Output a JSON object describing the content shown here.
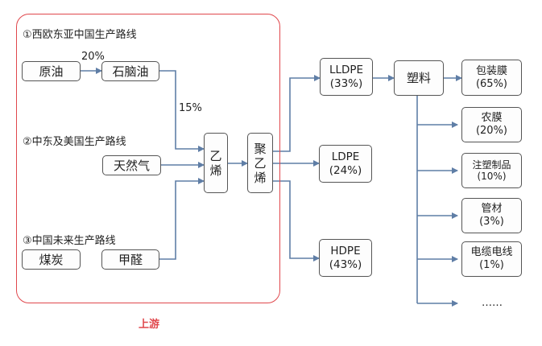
{
  "region": {
    "label": "上游",
    "color": "#e0474c"
  },
  "routes": {
    "west": "①西欧东亚中国生产路线",
    "mideast": "②中东及美国生产路线",
    "china": "③中国未来生产路线"
  },
  "nodes": {
    "crude": "原油",
    "naphtha": "石脑油",
    "gas": "天然气",
    "coal": "煤炭",
    "methanol": "甲醛",
    "ethylene": [
      "乙",
      "烯"
    ],
    "pe": [
      "聚",
      "乙",
      "烯"
    ],
    "lldpe": [
      "LLDPE",
      "(33%)"
    ],
    "ldpe": [
      "LDPE",
      "(24%)"
    ],
    "hdpe": [
      "HDPE",
      "(43%)"
    ],
    "plastic": "塑料",
    "film": [
      "包装膜",
      "(65%)"
    ],
    "agri": [
      "农膜",
      "(20%)"
    ],
    "injection": [
      "注塑制品",
      "(10%)"
    ],
    "pipe": [
      "管材",
      "(3%)"
    ],
    "cable": [
      "电缆电线",
      "(1%)"
    ],
    "more": "……"
  },
  "edge_labels": {
    "crude_to_naphtha": "20%",
    "naphtha_to_ethylene": "15%"
  },
  "colors": {
    "arrow": "#5f7ea6",
    "border": "#555555"
  }
}
